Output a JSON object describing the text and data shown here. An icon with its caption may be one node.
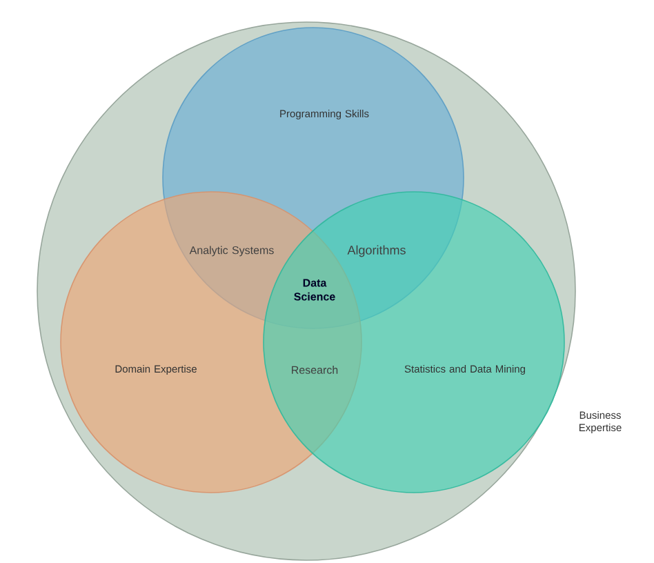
{
  "diagram": {
    "nodes": [
      {
        "text": [
          "Business Expertise"
        ]
      },
      {
        "text": [
          "Programming Skills"
        ],
        "in": 0
      },
      {
        "text": [
          "Domain Expertise"
        ],
        "in": 0
      },
      {
        "text": [
          "Statistics and Data Mining"
        ],
        "in": 0
      }
    ],
    "labels": [
      "Analytic Systems",
      "Algorithms",
      "Data Science",
      "Research"
    ]
  }
}
